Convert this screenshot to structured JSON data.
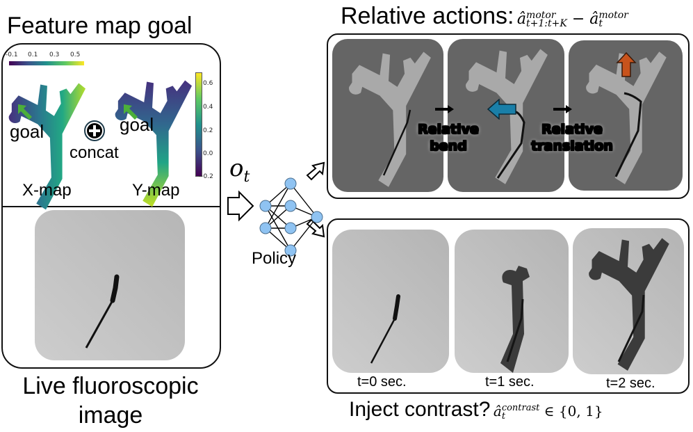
{
  "left": {
    "title": "Feature map goal",
    "x_map_label": "X-map",
    "y_map_label": "Y-map",
    "goal_label": "goal",
    "concat_label": "concat",
    "x_colorbar_ticks": [
      "-0.1",
      "0.1",
      "0.3",
      "0.5"
    ],
    "y_colorbar_ticks": [
      "0.6",
      "0.4",
      "0.2",
      "0.0",
      "−0.2"
    ],
    "bottom_title_line1": "Live fluoroscopic",
    "bottom_title_line2": "image"
  },
  "middle": {
    "observation_label": "o",
    "observation_subscript": "t",
    "policy_label": "Policy"
  },
  "right_top": {
    "title": "Relative actions:",
    "formula_a": "â",
    "formula_sup": "motor",
    "formula_sub": "t+1:t+K",
    "formula_minus": "−",
    "formula_sub2": "t",
    "bend_label_line1": "Relative",
    "bend_label_line2": "bend",
    "translation_label_line1": "Relative",
    "translation_label_line2": "translation",
    "colors": {
      "bend_arrow": "#1a7fa8",
      "translation_arrow": "#c8531c"
    }
  },
  "right_bottom": {
    "title": "Inject contrast?",
    "formula_a": "â",
    "formula_sup": "contrast",
    "formula_sub": "t",
    "formula_set": "∈ {0, 1}",
    "frames": [
      {
        "label": "t=0 sec."
      },
      {
        "label": "t=1 sec."
      },
      {
        "label": "t=2 sec."
      }
    ]
  },
  "colors": {
    "goal_arrow": "#4caf3a",
    "node_fill": "#8fc3f2"
  }
}
